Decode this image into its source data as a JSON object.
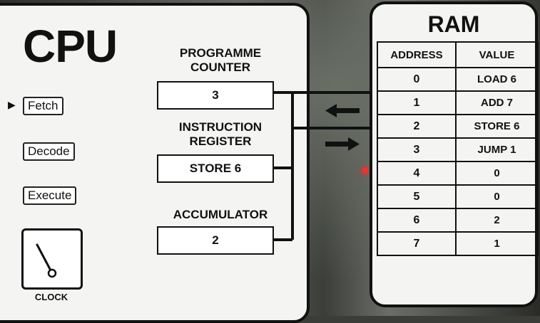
{
  "cpu": {
    "title": "CPU",
    "stages": [
      {
        "label": "Fetch",
        "active": true
      },
      {
        "label": "Decode",
        "active": false
      },
      {
        "label": "Execute",
        "active": false
      }
    ],
    "registers": {
      "programme_counter": {
        "label_line1": "PROGRAMME",
        "label_line2": "COUNTER",
        "value": "3"
      },
      "instruction_register": {
        "label_line1": "INSTRUCTION",
        "label_line2": "REGISTER",
        "value": "STORE 6"
      },
      "accumulator": {
        "label_line1": "ACCUMULATOR",
        "value": "2"
      }
    },
    "clock": {
      "label": "CLOCK"
    }
  },
  "ram": {
    "title": "RAM",
    "headers": [
      "ADDRESS",
      "VALUE"
    ],
    "rows": [
      {
        "address": "0",
        "value": "LOAD 6"
      },
      {
        "address": "1",
        "value": "ADD 7"
      },
      {
        "address": "2",
        "value": "STORE 6"
      },
      {
        "address": "3",
        "value": "JUMP 1"
      },
      {
        "address": "4",
        "value": "0"
      },
      {
        "address": "5",
        "value": "0"
      },
      {
        "address": "6",
        "value": "2"
      },
      {
        "address": "7",
        "value": "1"
      }
    ]
  },
  "bus": {
    "to_cpu_arrow": "left-arrow-icon",
    "to_ram_arrow": "right-arrow-icon"
  },
  "colors": {
    "panel": "#f4f4f2",
    "outline": "#111111",
    "indicator_light": "#ff2a2a"
  }
}
